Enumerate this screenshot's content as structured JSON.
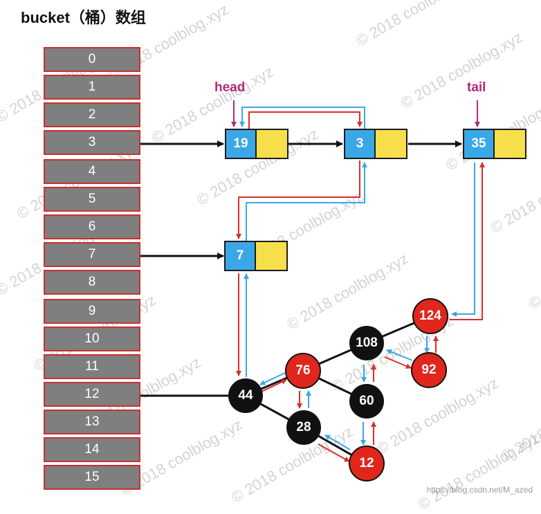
{
  "title": "bucket（桶）数组",
  "buckets": [
    "0",
    "1",
    "2",
    "3",
    "4",
    "5",
    "6",
    "7",
    "8",
    "9",
    "10",
    "11",
    "12",
    "13",
    "14",
    "15"
  ],
  "list_nodes": [
    {
      "name": "node-19",
      "label": "19"
    },
    {
      "name": "node-3",
      "label": "3"
    },
    {
      "name": "node-35",
      "label": "35"
    },
    {
      "name": "node-7",
      "label": "7"
    }
  ],
  "pointers": {
    "head": "head",
    "tail": "tail"
  },
  "tree_nodes": [
    {
      "name": "tree-node-44",
      "label": "44",
      "color": "black"
    },
    {
      "name": "tree-node-76",
      "label": "76",
      "color": "red"
    },
    {
      "name": "tree-node-28",
      "label": "28",
      "color": "black"
    },
    {
      "name": "tree-node-108",
      "label": "108",
      "color": "black"
    },
    {
      "name": "tree-node-60",
      "label": "60",
      "color": "black"
    },
    {
      "name": "tree-node-124",
      "label": "124",
      "color": "red"
    },
    {
      "name": "tree-node-92",
      "label": "92",
      "color": "red"
    },
    {
      "name": "tree-node-12",
      "label": "12",
      "color": "red"
    }
  ],
  "colors": {
    "bucket_fill": "#7f7f7f",
    "bucket_border": "#c9302c",
    "key_fill": "#3aa7e6",
    "next_fill": "#f7df4b",
    "red_node": "#e0261d",
    "black_node": "#111111",
    "prev_arrow": "#3aa7e6",
    "next_arrow": "#d62f2a",
    "pointer_label": "#b3297b"
  },
  "watermark": "© 2018 coolblog.xyz",
  "credit": "https://blog.csdn.net/M_azed"
}
